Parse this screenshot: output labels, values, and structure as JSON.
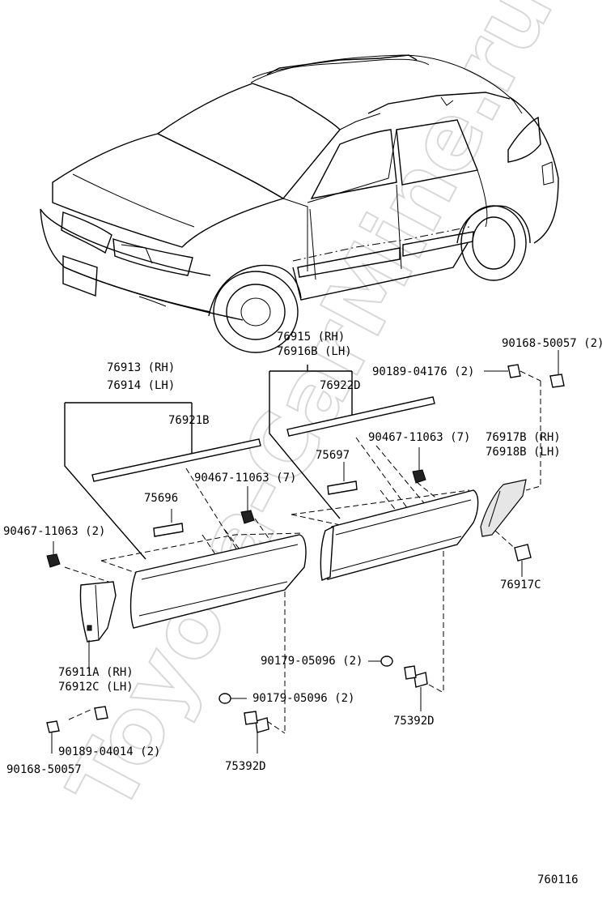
{
  "watermark": "Toyota-CarMine.ru",
  "diagram_number": "760116",
  "labels": {
    "p76913": "76913 (RH)",
    "p76914": "76914 (LH)",
    "p76921b": "76921B",
    "p76915": "76915  (RH)",
    "p76916b": "76916B (LH)",
    "p76922d": "76922D",
    "p90189_04176": "90189-04176 (2)",
    "p90168_50057_top": "90168-50057 (2)",
    "p90467_mid": "90467-11063 (7)",
    "p90467_right": "90467-11063 (7)",
    "p75697": "75697",
    "p75696": "75696",
    "p90467_left": "90467-11063 (2)",
    "p76917b": "76917B (RH)",
    "p76918b": "76918B (LH)",
    "p76917c": "76917C",
    "p76911a": "76911A (RH)",
    "p76912c": "76912C (LH)",
    "p90179_right": "90179-05096 (2)",
    "p90179_left": "90179-05096 (2)",
    "p75392d_right": "75392D",
    "p75392d_left": "75392D",
    "p90189_04014": "90189-04014 (2)",
    "p90168_50057_bottom": "90168-50057"
  }
}
